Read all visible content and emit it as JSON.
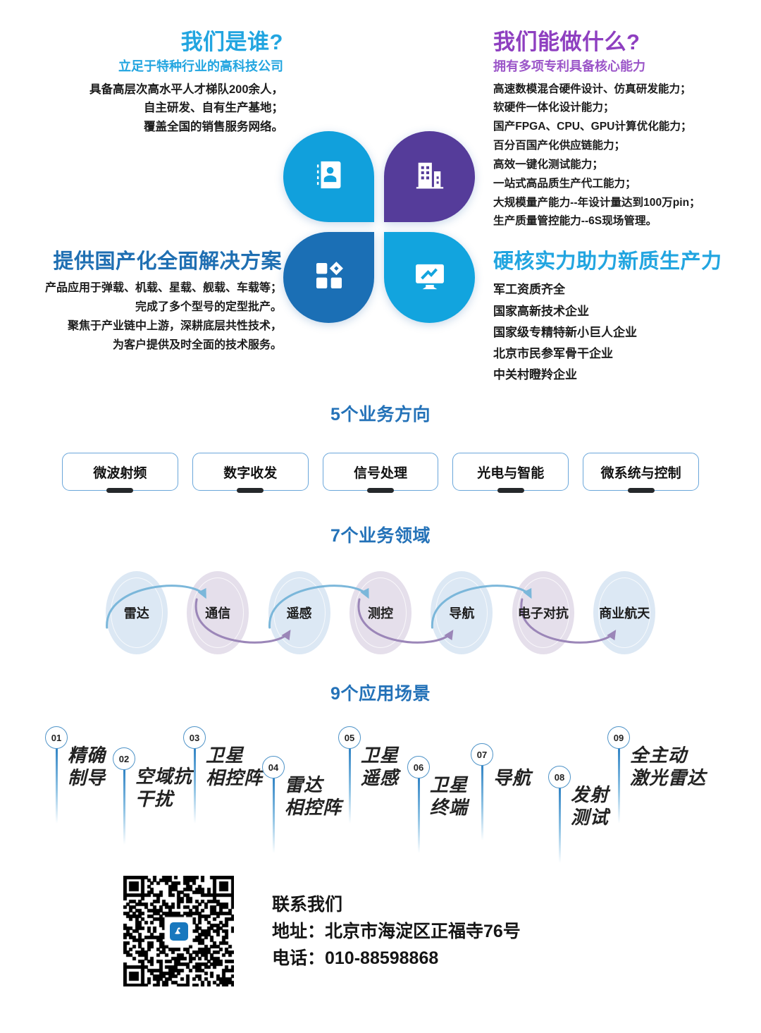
{
  "colors": {
    "cyan": "#22A5E0",
    "purple": "#8E3FC0",
    "blue_dark": "#1F6FB2",
    "section_heading": "#2472B8",
    "petal_tl": "#11A0DC",
    "petal_tr": "#553C9A",
    "petal_bl": "#1B6FB5",
    "petal_br": "#12A4DE",
    "domain_blue": "#DCE8F4",
    "domain_purple": "#E5DFEB",
    "arrow_blue": "#7BB7DA",
    "arrow_purple": "#9B86B8"
  },
  "quadrants": {
    "who": {
      "title": "我们是谁?",
      "subtitle": "立足于特种行业的高科技公司",
      "lines": [
        "具备高层次高水平人才梯队200余人，",
        "自主研发、自有生产基地；",
        "覆盖全国的销售服务网络。"
      ]
    },
    "can_do": {
      "title": "我们能做什么?",
      "subtitle": "拥有多项专利具备核心能力",
      "lines": [
        "高速数模混合硬件设计、仿真研发能力；",
        "软硬件一体化设计能力；",
        "国产FPGA、CPU、GPU计算优化能力；",
        "百分百国产化供应链能力；",
        "高效一键化测试能力；",
        "一站式高品质生产代工能力；",
        "大规模量产能力--年设计量达到100万pin；",
        "生产质量管控能力--6S现场管理。"
      ]
    },
    "solution": {
      "title": "提供国产化全面解决方案",
      "lines": [
        "产品应用于弹载、机载、星载、舰载、车载等；",
        "完成了多个型号的定型批产。",
        "聚焦于产业链中上游，深耕底层共性技术，",
        "为客户提供及时全面的技术服务。"
      ]
    },
    "power": {
      "title": "硬核实力助力新质生产力",
      "lines": [
        "军工资质齐全",
        "国家高新技术企业",
        "国家级专精特新小巨人企业",
        "北京市民参军骨干企业",
        "中关村瞪羚企业"
      ]
    }
  },
  "petals": [
    {
      "icon": "contact-card-icon",
      "color": "#11A0DC"
    },
    {
      "icon": "building-icon",
      "color": "#553C9A"
    },
    {
      "icon": "modules-grid-icon",
      "color": "#1B6FB5"
    },
    {
      "icon": "monitor-chart-icon",
      "color": "#12A4DE"
    }
  ],
  "directions": {
    "heading": "5个业务方向",
    "items": [
      "微波射频",
      "数字收发",
      "信号处理",
      "光电与智能",
      "微系统与控制"
    ]
  },
  "domains": {
    "heading": "7个业务领域",
    "items": [
      {
        "label": "雷达",
        "tone": "blue"
      },
      {
        "label": "通信",
        "tone": "purple"
      },
      {
        "label": "遥感",
        "tone": "blue"
      },
      {
        "label": "测控",
        "tone": "purple"
      },
      {
        "label": "导航",
        "tone": "blue"
      },
      {
        "label": "电子对抗",
        "tone": "purple"
      },
      {
        "label": "商业航天",
        "tone": "blue"
      }
    ]
  },
  "scenarios": {
    "heading": "9个应用场景",
    "items": [
      {
        "num": "01",
        "lines": [
          "精确",
          "制导"
        ]
      },
      {
        "num": "02",
        "lines": [
          "空域抗",
          "干扰"
        ]
      },
      {
        "num": "03",
        "lines": [
          "卫星",
          "相控阵"
        ]
      },
      {
        "num": "04",
        "lines": [
          "雷达",
          "相控阵"
        ]
      },
      {
        "num": "05",
        "lines": [
          "卫星",
          "遥感"
        ]
      },
      {
        "num": "06",
        "lines": [
          "卫星",
          "终端"
        ]
      },
      {
        "num": "07",
        "lines": [
          "导航"
        ]
      },
      {
        "num": "08",
        "lines": [
          "发射",
          "测试"
        ]
      },
      {
        "num": "09",
        "lines": [
          "全主动",
          "激光雷达"
        ]
      }
    ]
  },
  "contact": {
    "title": "联系我们",
    "address": "地址：北京市海淀区正福寺76号",
    "phone": "电话：010-88598868",
    "qr_label": "qr-code"
  }
}
